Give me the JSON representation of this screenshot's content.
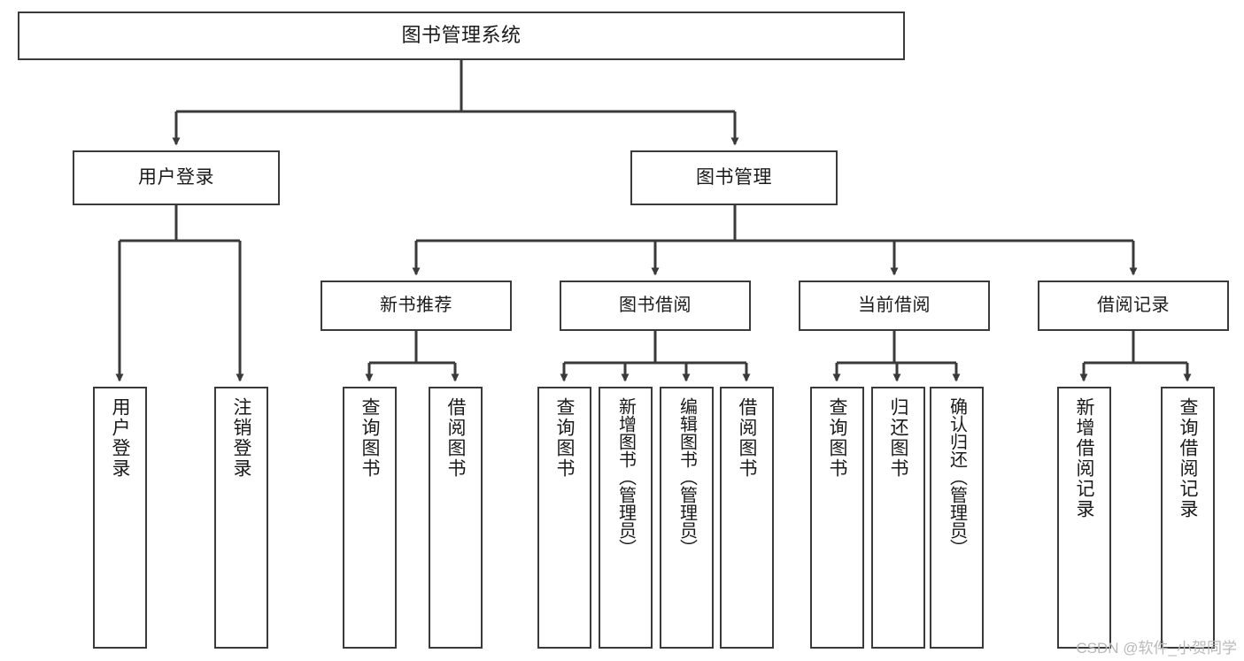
{
  "diagram": {
    "type": "tree",
    "title": "图书管理系统",
    "orientation": "top-down",
    "colors": {
      "node_border": "#3a3a3a",
      "node_fill": "#ffffff",
      "edge": "#3a3a3a",
      "text": "#1a1a1a",
      "watermark": "#b9b9b9",
      "background": "#ffffff"
    },
    "watermark": "CSDN @软件_小贺同学",
    "nodes": {
      "root": {
        "label": "图书管理系统"
      },
      "level2": [
        {
          "id": "user-login",
          "label": "用户登录"
        },
        {
          "id": "book-manage",
          "label": "图书管理"
        }
      ],
      "level3": [
        {
          "id": "new-book-rec",
          "label": "新书推荐"
        },
        {
          "id": "book-borrow",
          "label": "图书借阅"
        },
        {
          "id": "current-borrow",
          "label": "当前借阅"
        },
        {
          "id": "borrow-record",
          "label": "借阅记录"
        }
      ],
      "leaves": [
        {
          "id": "leaf-user-login",
          "label": "用户登录",
          "parent": "user-login"
        },
        {
          "id": "leaf-logout",
          "label": "注销登录",
          "parent": "user-login"
        },
        {
          "id": "leaf-query-book-1",
          "label": "查询图书",
          "parent": "new-book-rec"
        },
        {
          "id": "leaf-borrow-book-1",
          "label": "借阅图书",
          "parent": "new-book-rec"
        },
        {
          "id": "leaf-query-book-2",
          "label": "查询图书",
          "parent": "book-borrow"
        },
        {
          "id": "leaf-add-book",
          "label": "新增图书（管理员）",
          "parent": "book-borrow"
        },
        {
          "id": "leaf-edit-book",
          "label": "编辑图书（管理员）",
          "parent": "book-borrow"
        },
        {
          "id": "leaf-borrow-book-2",
          "label": "借阅图书",
          "parent": "book-borrow"
        },
        {
          "id": "leaf-query-book-3",
          "label": "查询图书",
          "parent": "current-borrow"
        },
        {
          "id": "leaf-return-book",
          "label": "归还图书",
          "parent": "current-borrow"
        },
        {
          "id": "leaf-confirm-return",
          "label": "确认归还（管理员）",
          "parent": "current-borrow"
        },
        {
          "id": "leaf-add-record",
          "label": "新增借阅记录",
          "parent": "borrow-record"
        },
        {
          "id": "leaf-query-record",
          "label": "查询借阅记录",
          "parent": "borrow-record"
        }
      ]
    }
  }
}
